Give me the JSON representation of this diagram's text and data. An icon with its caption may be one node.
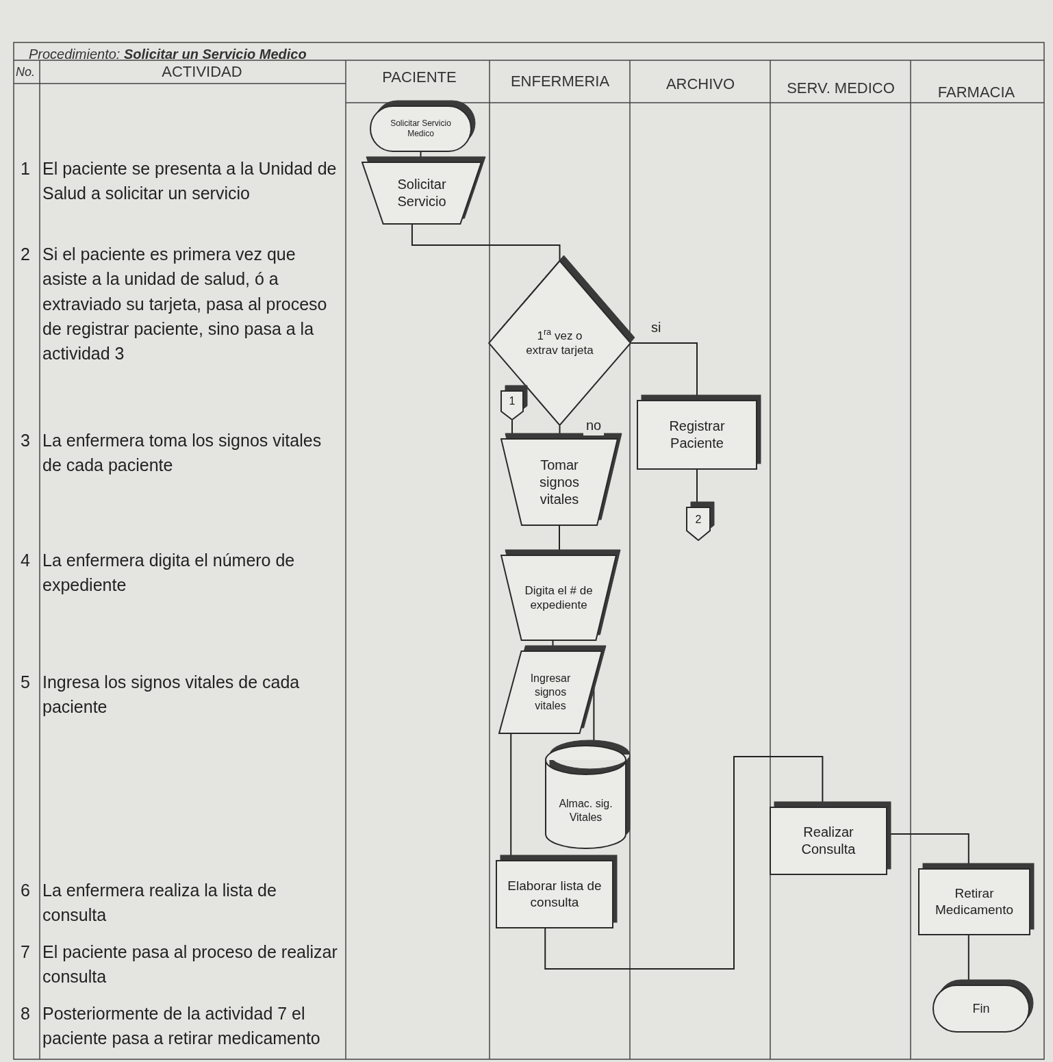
{
  "diagram": {
    "title": "Procedimiento: **Solicitar un Servicio Medico**",
    "nodes": [
      {
        "text": [
          "Solicitar Servicio Medico"
        ]
      },
      {
        "text": [
          "Solicitar Servicio"
        ]
      },
      {
        "text": [
          "1$^{ra}$ vez o extrav tarjeta"
        ]
      },
      {
        "text": [
          "1"
        ]
      },
      {
        "text": [
          "Registrar Paciente"
        ]
      },
      {
        "text": [
          "Tomar signos vitales"
        ]
      },
      {
        "text": [
          "2"
        ]
      },
      {
        "text": [
          "Digita el # de expediente"
        ]
      },
      {
        "text": [
          "Ingresar signos vitales"
        ]
      },
      {
        "text": [
          "Almac. sig. Vitales"
        ]
      },
      {
        "text": [
          "Elaborar lista de consulta"
        ]
      },
      {
        "text": [
          "Realizar Consulta"
        ]
      },
      {
        "text": [
          "Retirar Medicamento"
        ]
      },
      {
        "text": [
          "Fin"
        ]
      }
    ],
    "edges": [
      {
        "from": 0,
        "to": 1,
        "arrow": "none"
      },
      {
        "from": 1,
        "to": 2,
        "arrow": "none"
      },
      {
        "from": 2,
        "to": 4,
        "arrow": "none",
        "label": "si"
      },
      {
        "from": 2,
        "to": 5,
        "arrow": "none",
        "label": "no"
      },
      {
        "from": 3,
        "to": 5,
        "arrow": "none"
      },
      {
        "from": 4,
        "to": 6,
        "arrow": "none"
      },
      {
        "from": 5,
        "to": 7,
        "arrow": "none"
      },
      {
        "from": 7,
        "to": 8,
        "arrow": "none"
      },
      {
        "from": 8,
        "to": 9,
        "arrow": "none"
      },
      {
        "from": 8,
        "to": 10,
        "arrow": "none"
      },
      {
        "from": 10,
        "to": 11,
        "arrow": "none"
      },
      {
        "from": 11,
        "to": 12,
        "arrow": "none"
      },
      {
        "from": 12,
        "to": 13,
        "arrow": "none"
      }
    ],
    "labels": [
      "No.",
      "ACTIVIDAD",
      "PACIENTE",
      "ENFERMERIA",
      "ARCHIVO",
      "SERV. MEDICO",
      "FARMACIA",
      "1",
      "El paciente se presenta a la Unidad de Salud a solicitar un servicio",
      "2",
      "Si el paciente es primera vez que asiste a la unidad de salud, ó a extraviado su tarjeta, pasa al proceso de registrar paciente, sino pasa a la actividad 3",
      "3",
      "La enfermera toma los signos vitales de cada paciente",
      "4",
      "La enfermera digita el número de expediente",
      "5",
      "Ingresa los signos vitales de cada paciente",
      "6",
      "La enfermera realiza la lista de consulta",
      "7",
      "El paciente pasa al proceso de realizar consulta",
      "8",
      "Posteriormente de la actividad 7 el paciente pasa a retirar medicamento"
    ]
  }
}
